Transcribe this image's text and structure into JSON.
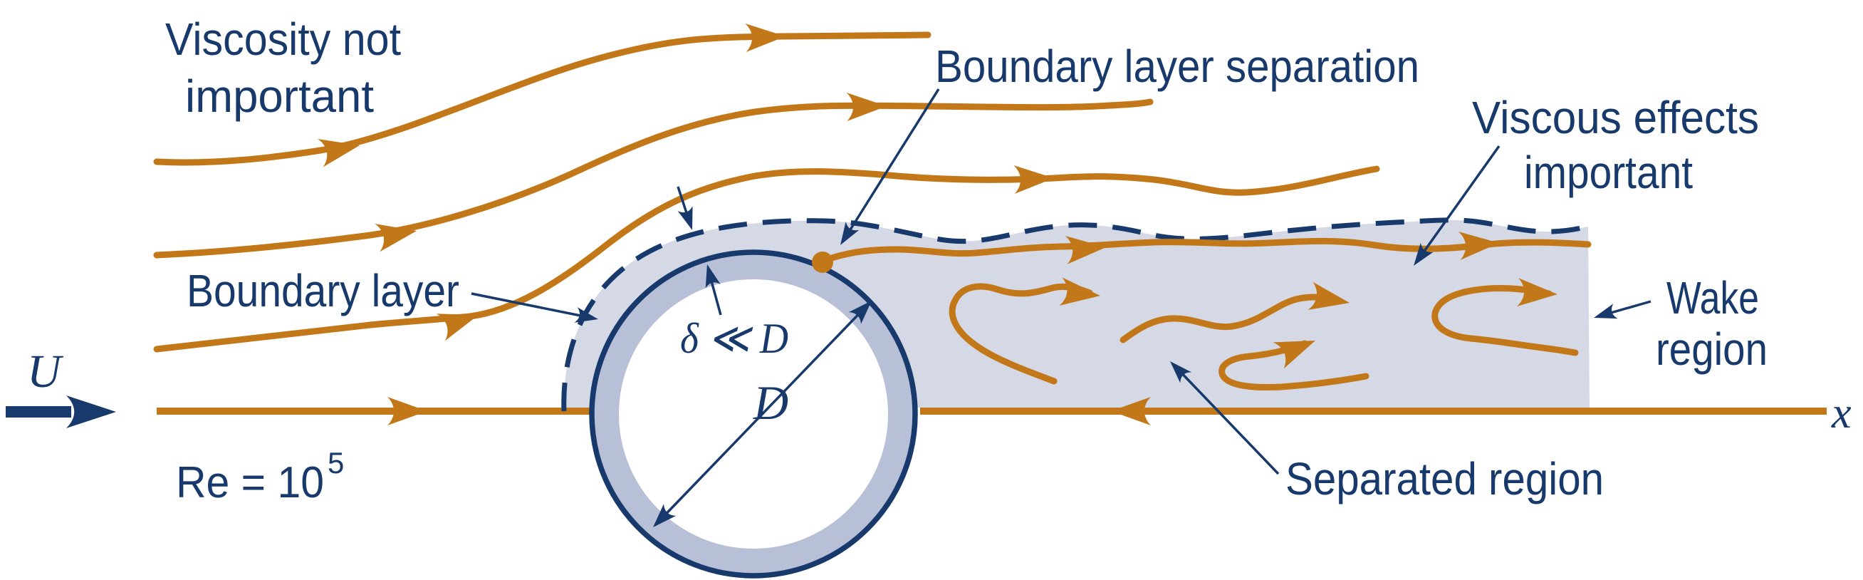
{
  "figure": {
    "title_semantic": "High Reynolds number flow past a circular cylinder",
    "labels": {
      "viscosity_not": "Viscosity not",
      "viscosity_not_2": "important",
      "boundary_layer_separation": "Boundary layer separation",
      "viscous_effects": "Viscous effects",
      "viscous_effects_2": "important",
      "boundary_layer": "Boundary layer",
      "wake": "Wake",
      "wake_2": "region",
      "separated_region": "Separated region",
      "velocity": "U",
      "reynolds_base": "Re = 10",
      "reynolds_exponent": "5",
      "delta_relation": "δ ≪ D",
      "diameter": "D",
      "x_axis": "x"
    },
    "colors": {
      "navy": "#17396B",
      "orange": "#C27819",
      "viscous_region_fill": "#D5D9E6",
      "cylinder_wall_fill": "#B7C0D7",
      "background": "#FFFFFF"
    }
  }
}
